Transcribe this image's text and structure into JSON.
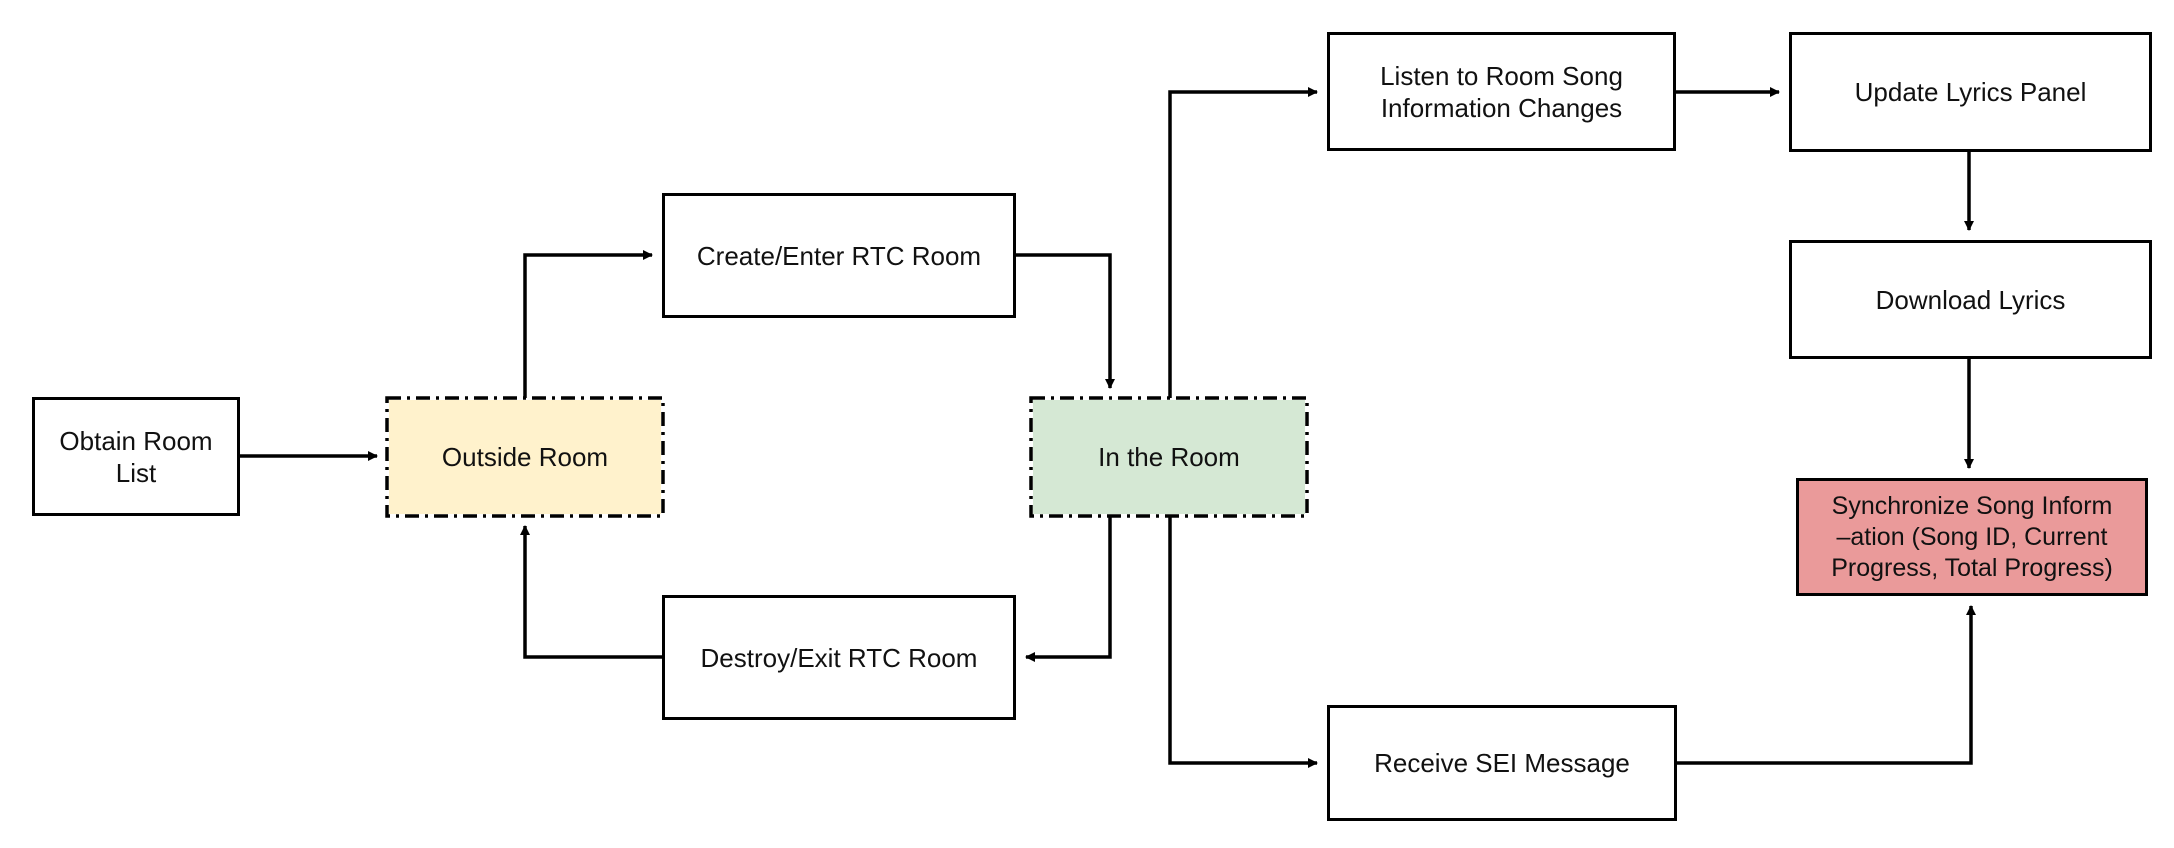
{
  "nodes": {
    "obtain_room_list": {
      "label": "Obtain Room\nList"
    },
    "outside_room": {
      "label": "Outside Room",
      "fill": "#fff2cc"
    },
    "create_enter_rtc_room": {
      "label": "Create/Enter RTC Room"
    },
    "destroy_exit_rtc_room": {
      "label": "Destroy/Exit RTC Room"
    },
    "in_the_room": {
      "label": "In the Room",
      "fill": "#d5e8d4"
    },
    "listen_song_changes": {
      "label": "Listen to Room Song\nInformation Changes"
    },
    "update_lyrics_panel": {
      "label": "Update Lyrics Panel"
    },
    "download_lyrics": {
      "label": "Download Lyrics"
    },
    "synchronize_song_info": {
      "label": "Synchronize Song Inform\n–ation (Song ID, Current\nProgress, Total Progress)",
      "fill": "#ea9a9a"
    },
    "receive_sei_message": {
      "label": "Receive SEI Message"
    }
  },
  "edges": [
    {
      "from": "obtain_room_list",
      "to": "outside_room"
    },
    {
      "from": "outside_room",
      "to": "create_enter_rtc_room"
    },
    {
      "from": "create_enter_rtc_room",
      "to": "in_the_room"
    },
    {
      "from": "in_the_room",
      "to": "destroy_exit_rtc_room"
    },
    {
      "from": "destroy_exit_rtc_room",
      "to": "outside_room"
    },
    {
      "from": "in_the_room",
      "to": "listen_song_changes"
    },
    {
      "from": "in_the_room",
      "to": "receive_sei_message"
    },
    {
      "from": "listen_song_changes",
      "to": "update_lyrics_panel"
    },
    {
      "from": "update_lyrics_panel",
      "to": "download_lyrics"
    },
    {
      "from": "download_lyrics",
      "to": "synchronize_song_info"
    },
    {
      "from": "receive_sei_message",
      "to": "synchronize_song_info"
    }
  ]
}
